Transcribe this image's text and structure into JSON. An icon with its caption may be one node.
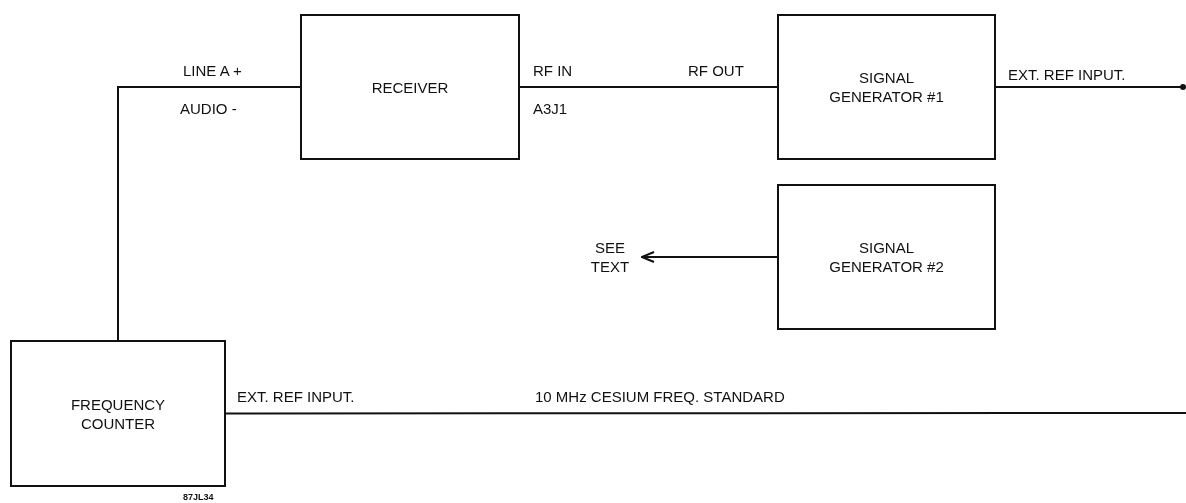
{
  "diagram": {
    "nodes": [
      {
        "text": [
          "RECEIVER"
        ]
      },
      {
        "text": [
          "SIGNAL GENERATOR #1"
        ]
      },
      {
        "text": [
          "SIGNAL GENERATOR #2"
        ]
      },
      {
        "text": [
          "FREQUENCY COUNTER"
        ]
      },
      {
        "text": [
          "SEE TEXT"
        ]
      }
    ],
    "edges": [
      {
        "from": 3,
        "to": 0,
        "arrow": "none"
      },
      {
        "from": 0,
        "to": 1,
        "arrow": "none"
      },
      {
        "from": 2,
        "to": 4,
        "arrow": "to"
      },
      {
        "from": 1,
        "to": null,
        "arrow": "other"
      },
      {
        "from": 3,
        "to": null,
        "arrow": "none"
      }
    ],
    "labels": [
      "LINE A +",
      "RF IN",
      "RF OUT",
      "EXT. REF INPUT.",
      "AUDIO -",
      "A3J1",
      "EXT. REF INPUT.",
      "10 MHz CESIUM FREQ. STANDARD",
      "87JL34"
    ]
  }
}
